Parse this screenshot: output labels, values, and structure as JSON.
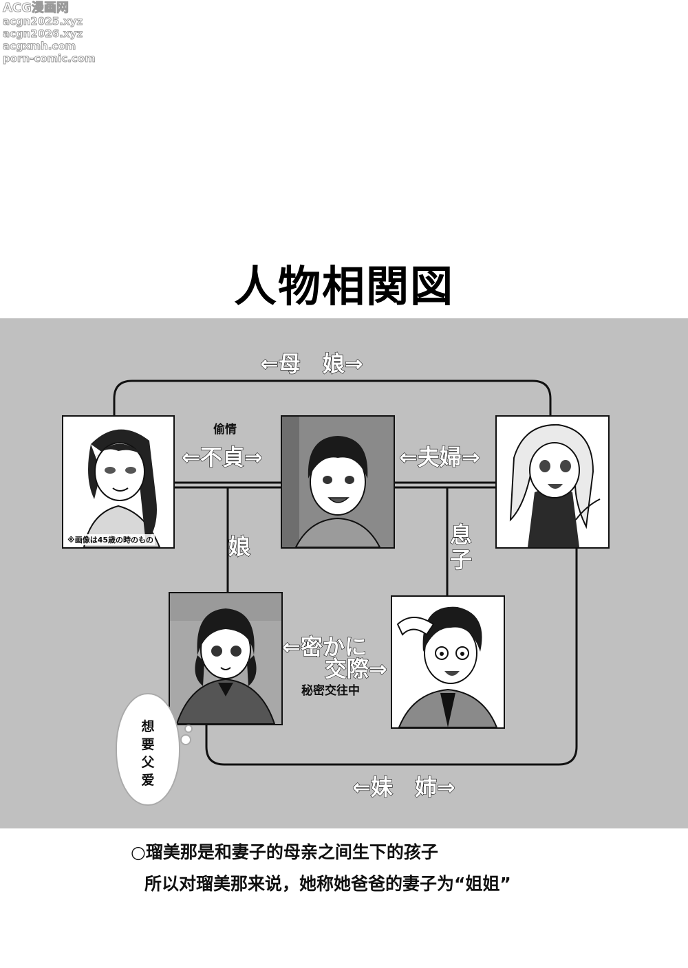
{
  "watermark": {
    "lines": [
      "ACG漫画网",
      "acgn2025.xyz",
      "acgn2026.xyz",
      "acgxmh.com",
      "porn-comic.com"
    ]
  },
  "title": "人物相関図",
  "relations": {
    "mother_daughter": "⇐母　娘⇒",
    "affair_jp": "⇐不貞⇒",
    "affair_cn": "偷情",
    "couple": "⇐夫婦⇒",
    "daughter": "娘",
    "son": "息子",
    "secret_jp_1": "⇐密かに",
    "secret_jp_2": "交際⇒",
    "secret_cn": "秘密交往中",
    "siblings": "⇐妹　姉⇒"
  },
  "portrait_caption": "※画像は45歳の時のもの",
  "bubble": [
    "想",
    "要",
    "父",
    "爱"
  ],
  "notes": {
    "line1": "○瑠美那是和妻子的母亲之间生下的孩子",
    "line2": "所以对瑠美那来说，她称她爸爸的妻子为“姐姐”"
  }
}
